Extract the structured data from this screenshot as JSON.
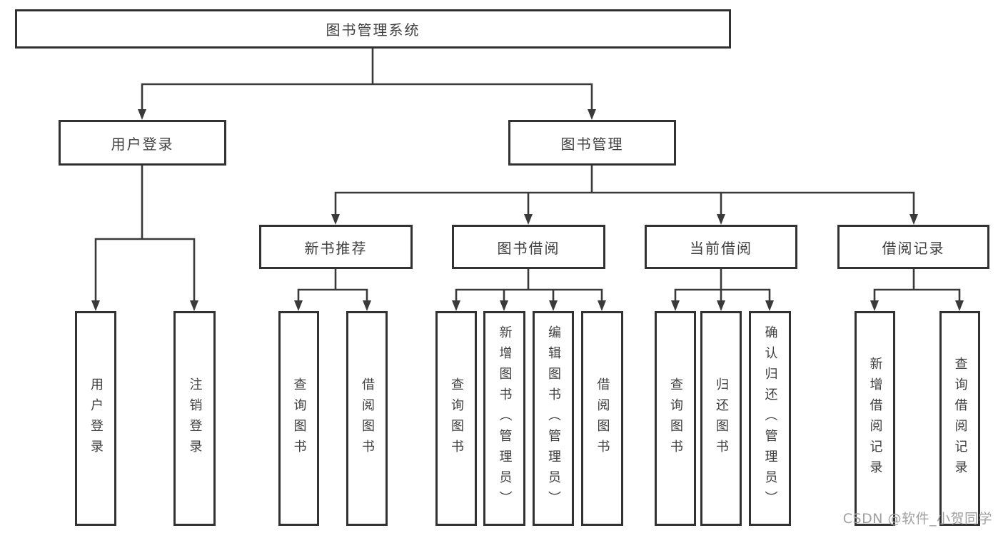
{
  "diagram": {
    "root": {
      "label": "图书管理系统"
    },
    "branches": [
      {
        "label": "用户登录",
        "children": [
          {
            "label": "用户登录"
          },
          {
            "label": "注销登录"
          }
        ]
      },
      {
        "label": "图书管理",
        "children": [
          {
            "label": "新书推荐",
            "children": [
              {
                "label": "查询图书"
              },
              {
                "label": "借阅图书"
              }
            ]
          },
          {
            "label": "图书借阅",
            "children": [
              {
                "label": "查询图书"
              },
              {
                "label": "新增图书（管理员）"
              },
              {
                "label": "编辑图书（管理员）"
              },
              {
                "label": "借阅图书"
              }
            ]
          },
          {
            "label": "当前借阅",
            "children": [
              {
                "label": "查询图书"
              },
              {
                "label": "归还图书"
              },
              {
                "label": "确认归还（管理员）"
              }
            ]
          },
          {
            "label": "借阅记录",
            "children": [
              {
                "label": "新增借阅记录"
              },
              {
                "label": "查询借阅记录"
              }
            ]
          }
        ]
      }
    ]
  },
  "watermark": {
    "text": "CSDN @软件_小贺同学"
  },
  "colors": {
    "line": "#3a3a3a",
    "box_border": "#323232",
    "text": "#3f3f3f",
    "watermark": "#a0a0a0",
    "background": "#ffffff"
  }
}
